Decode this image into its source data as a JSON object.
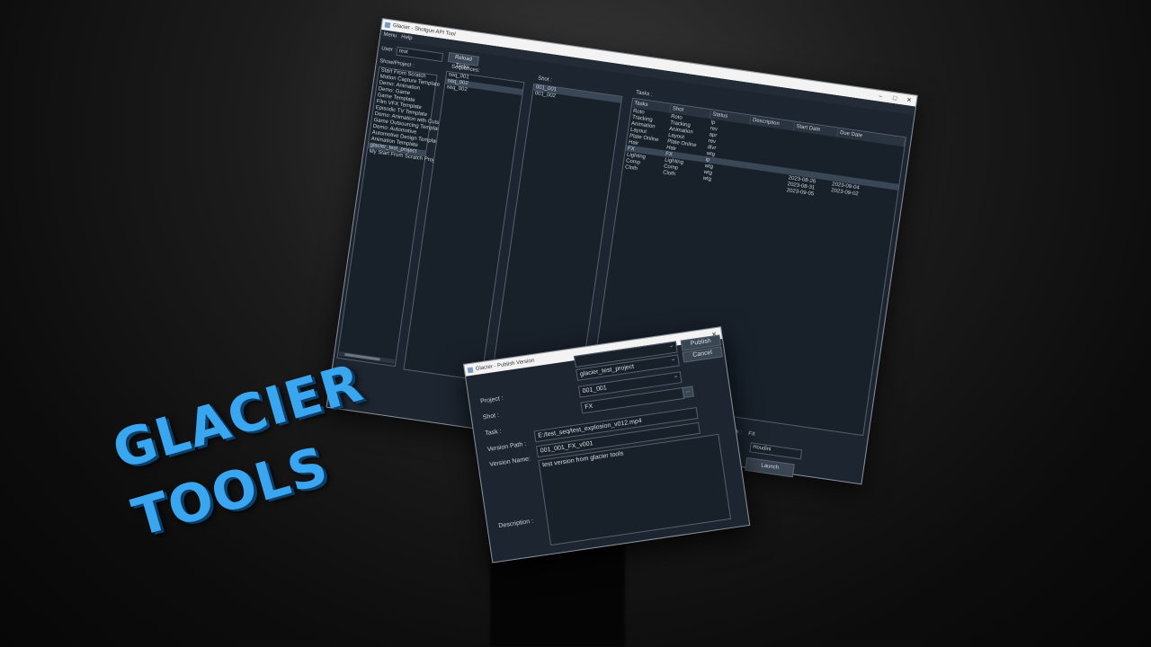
{
  "main_window": {
    "title": "Glacier - Shotgun API Tool",
    "menu": [
      "Menu",
      "Help"
    ],
    "user_label": "User :",
    "user_value": "test",
    "show_project_label": "Show/Project :",
    "projects": [
      "Start From Scratch",
      "Motion Capture Template",
      "Demo: Animation",
      "Demo: Game",
      "Game Template",
      "Film VFX Template",
      "Episodic TV Template",
      "Demo: Animation with Cuts",
      "Game Outsourcing Template",
      "Demo: Automotive",
      "Automotive Design Template",
      "Animation Template",
      "glacier_test_project",
      "My Start From Scratch Projec"
    ],
    "selected_project_index": 12,
    "reload_tasks_label": "Reload Tasks",
    "sequences_label": "Sequences:",
    "sequences": [
      "seq_001",
      "seq_002",
      "seq_002"
    ],
    "selected_sequence_index": 1,
    "shot_label": "Shot :",
    "shots": [
      "001_001",
      "001_002"
    ],
    "selected_shot_index": 0,
    "tasks_label": "Tasks :",
    "tasks_headers": [
      "Tasks",
      "Shot",
      "Status",
      "Description",
      "Start Date",
      "Due Date"
    ],
    "tasks_tree": [
      "Roto",
      "Tracking",
      "Animation",
      "Layout",
      "Plate Online",
      "Hair",
      "FX",
      "Lighting",
      "Comp",
      "Cloth"
    ],
    "tasks_rows": [
      {
        "task": "Roto",
        "status": "ip",
        "start": "",
        "due": ""
      },
      {
        "task": "Tracking",
        "status": "rev",
        "start": "",
        "due": ""
      },
      {
        "task": "Animation",
        "status": "apr",
        "start": "",
        "due": ""
      },
      {
        "task": "Layout",
        "status": "rev",
        "start": "",
        "due": ""
      },
      {
        "task": "Plate Online",
        "status": "dlvr",
        "start": "",
        "due": ""
      },
      {
        "task": "Hair",
        "status": "wtg",
        "start": "",
        "due": ""
      },
      {
        "task": "FX",
        "status": "ip",
        "start": "",
        "due": ""
      },
      {
        "task": "Lighting",
        "status": "wtg",
        "start": "2023-08-26",
        "due": "2023-09-04"
      },
      {
        "task": "Comp",
        "status": "wtg",
        "start": "2023-08-31",
        "due": "2023-09-02"
      },
      {
        "task": "Cloth",
        "status": "wtg",
        "start": "2023-09-05",
        "due": ""
      }
    ],
    "selected_task_index": 6,
    "current_task_label": "ment Task :",
    "current_task_value": "FX",
    "software_value": "Houdini",
    "launch_label": "Launch"
  },
  "publish_dialog": {
    "title": "Glacier - Publish Version",
    "project_label": "Project :",
    "project_value": "glacier_test_project",
    "shot_label": "Shot :",
    "shot_value": "001_001",
    "task_label": "Task :",
    "task_value": "FX",
    "browse_label": "...",
    "version_path_label": "Version Path :",
    "version_path_value": "E:/test_seq/test_explosion_v012.mp4",
    "version_name_label": "Version Name:",
    "version_name_value": "001_001_FX_v001",
    "description_label": "Description :",
    "description_value": "test version from glacier tools",
    "publish_label": "Publish",
    "cancel_label": "Cancel",
    "close_glyph": "✕"
  },
  "overlay": {
    "line1": "GLACIER",
    "line2": "TOOLS"
  },
  "colors": {
    "accent": "#3ba6f0",
    "window_bg": "#1d2530"
  }
}
